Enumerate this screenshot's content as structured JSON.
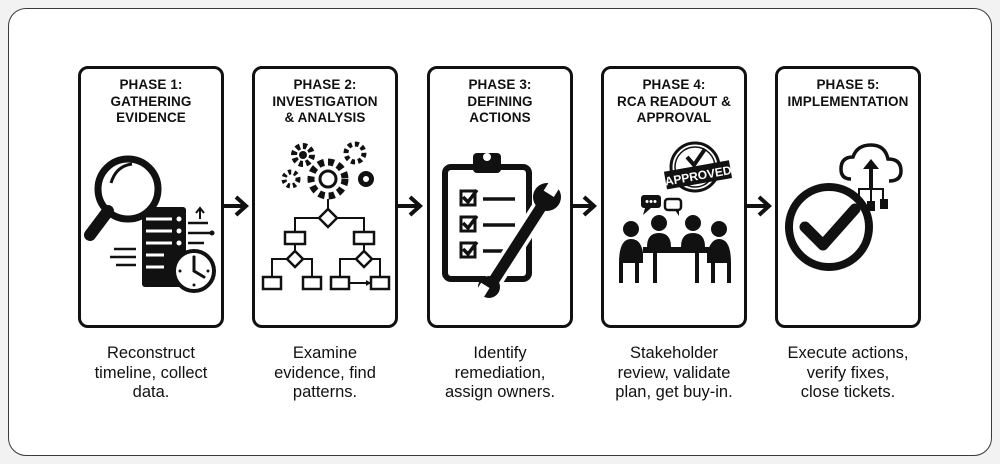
{
  "phases": [
    {
      "title": "PHASE 1:\nGATHERING\nEVIDENCE",
      "caption": "Reconstruct\ntimeline, collect\ndata.",
      "icon": "magnifier-server-clock-icon"
    },
    {
      "title": "PHASE 2:\nINVESTIGATION\n& ANALYSIS",
      "caption": "Examine\nevidence, find\npatterns.",
      "icon": "gears-flowchart-icon"
    },
    {
      "title": "PHASE 3:\nDEFINING\nACTIONS",
      "caption": "Identify\nremediation,\nassign owners.",
      "icon": "clipboard-checklist-wrench-icon"
    },
    {
      "title": "PHASE 4:\nRCA READOUT &\nAPPROVAL",
      "caption": "Stakeholder\nreview, validate\nplan, get buy-in.",
      "icon": "meeting-approved-stamp-icon",
      "stamp_text": "APPROVED"
    },
    {
      "title": "PHASE 5:\nIMPLEMENTATION",
      "caption": "Execute actions,\nverify fixes,\nclose tickets.",
      "icon": "checkmark-cloud-upload-icon"
    }
  ]
}
